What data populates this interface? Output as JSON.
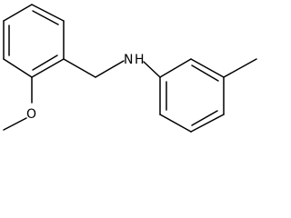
{
  "molecule": {
    "atoms": {
      "nitrogen": "N",
      "hydrogen": "H",
      "oxygen": "O"
    }
  }
}
